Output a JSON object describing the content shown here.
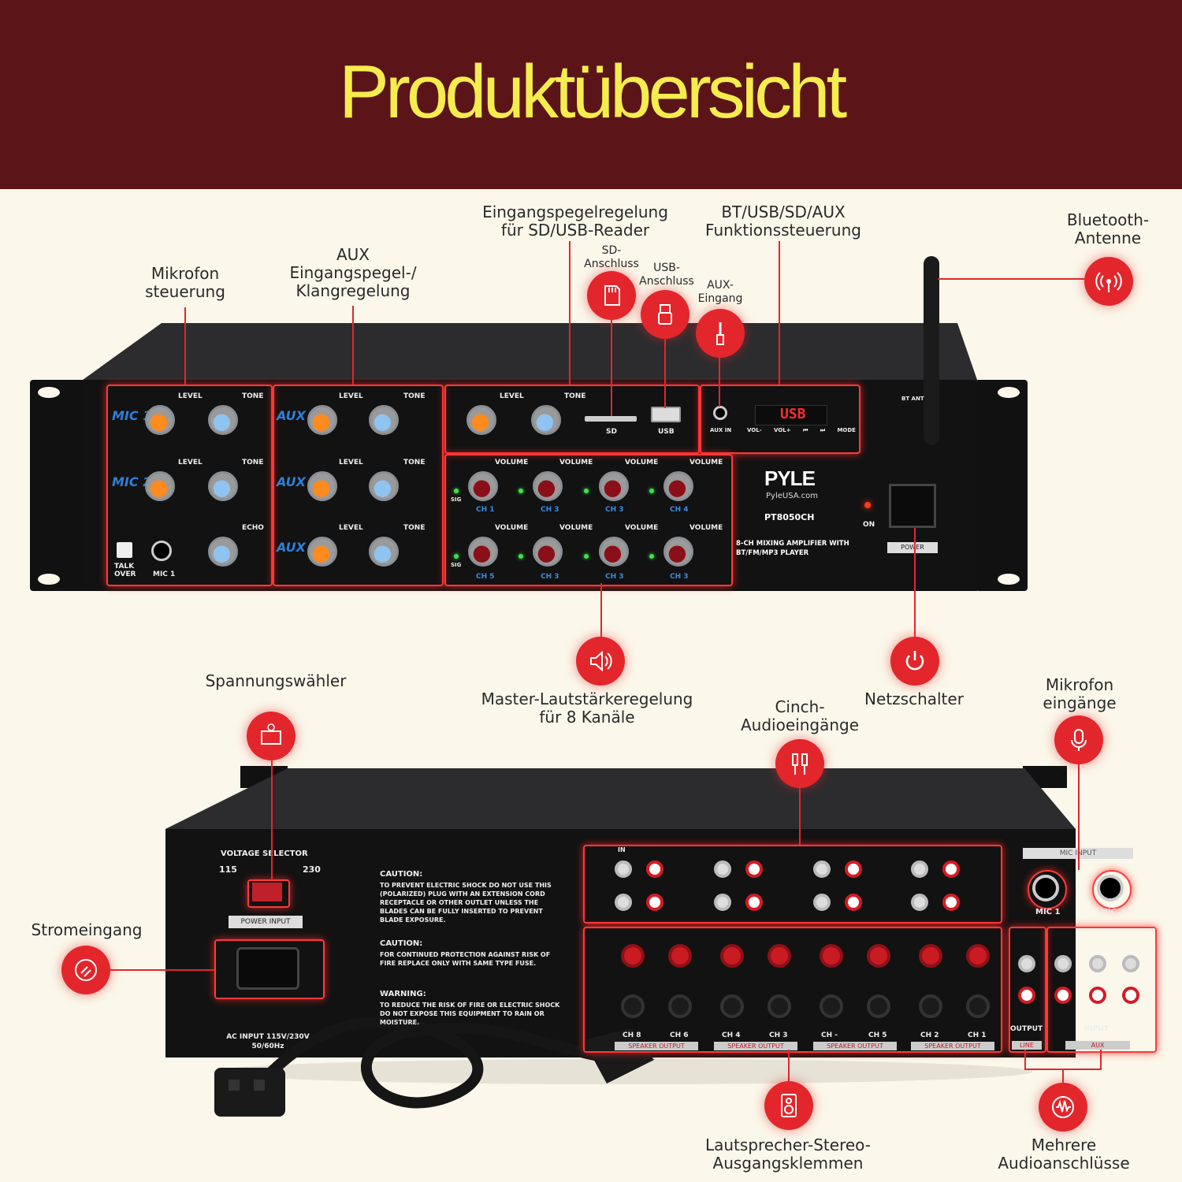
{
  "page": {
    "title": "Produktübersicht"
  },
  "labels": {
    "mic_control": [
      "Mikrofon",
      "steuerung"
    ],
    "aux_control": [
      "AUX",
      "Eingangspegel-/",
      "Klangregelung"
    ],
    "sd_usb_level": [
      "Eingangspegelregelung",
      "für SD/USB-Reader"
    ],
    "bt_function": [
      "BT/USB/SD/AUX",
      "Funktionssteuerung"
    ],
    "bt_antenna": [
      "Bluetooth-",
      "Antenne"
    ],
    "sd_port": [
      "SD-",
      "Anschluss"
    ],
    "usb_port": [
      "USB-",
      "Anschluss"
    ],
    "aux_in": [
      "AUX-",
      "Eingang"
    ],
    "master_volume": [
      "Master-Lautstärkeregelung",
      "für 8 Kanäle"
    ],
    "power_switch": [
      "Netzschalter"
    ],
    "voltage_selector": [
      "Spannungswähler"
    ],
    "rca_inputs": [
      "Cinch-",
      "Audioeingänge"
    ],
    "mic_inputs": [
      "Mikrofon",
      "eingänge"
    ],
    "power_input": [
      "Stromeingang"
    ],
    "speaker_terminals": [
      "Lautsprecher-Stereo-",
      "Ausgangsklemmen"
    ],
    "multi_audio": [
      "Mehrere",
      "Audioanschlüsse"
    ]
  },
  "front_panel": {
    "mic_labels": [
      "MIC 1",
      "MIC 2"
    ],
    "aux_labels": [
      "AUX 1",
      "AUX 2",
      "AUX 3"
    ],
    "level": "LEVEL",
    "tone": "TONE",
    "echo": "ECHO",
    "volume": "VOLUME",
    "sig": "SIG",
    "talk_over": "TALK OVER",
    "mic1_jack": "MIC 1",
    "sd": "SD",
    "usb": "USB",
    "display": "USB",
    "aux_in": "AUX IN",
    "buttons": [
      "VOL-",
      "VOL+",
      "⏮",
      "⏭",
      "MODE"
    ],
    "brand": "PYLE",
    "site": "PyleUSA.com",
    "model": "PT8050CH",
    "description": "8-CH MIXING AMPLIFIER WITH BT/FM/MP3 PLAYER",
    "on": "ON",
    "power": "POWER",
    "bt_ant": "BT ANT",
    "channels": [
      "CH 1",
      "CH 3",
      "CH 3",
      "CH 4",
      "CH 5",
      "CH 3",
      "CH 3",
      "CH 3"
    ]
  },
  "rear_panel": {
    "voltage_selector": "VOLTAGE SELECTOR",
    "v115": "115",
    "v230": "230",
    "power_input": "POWER INPUT",
    "ac_input": "AC INPUT 115V/230V 50/60Hz",
    "caution1_title": "CAUTION:",
    "caution1_text": "TO PREVENT ELECTRIC SHOCK DO NOT USE THIS (POLARIZED) PLUG WITH AN EXTENSION CORD RECEPTACLE OR OTHER OUTLET UNLESS THE BLADES CAN BE FULLY INSERTED TO PREVENT BLADE EXPOSURE.",
    "caution2_title": "CAUTION:",
    "caution2_text": "FOR CONTINUED PROTECTION AGAINST RISK OF FIRE REPLACE ONLY WITH SAME TYPE FUSE.",
    "warning_title": "WARNING:",
    "warning_text": "TO REDUCE THE RISK OF FIRE OR ELECTRIC SHOCK DO NOT EXPOSE THIS EQUIPMENT TO RAIN OR MOISTURE.",
    "mic_input": "MIC INPUT",
    "mic1": "MIC 1",
    "mic2": "MIC 2",
    "output": "OUTPUT",
    "input": "INPUT",
    "line": "LINE",
    "aux": "AUX",
    "in": "IN",
    "speaker_output": "SPEAKER OUTPUT",
    "ch_labels": [
      "CH 8",
      "CH 6",
      "CH 4",
      "CH 3",
      "CH -",
      "CH 5",
      "CH 2",
      "CH 1"
    ]
  },
  "colors": {
    "banner": "#5b1519",
    "title": "#f5ec4e",
    "accent": "#e3262c",
    "background": "#fbf7ea"
  }
}
